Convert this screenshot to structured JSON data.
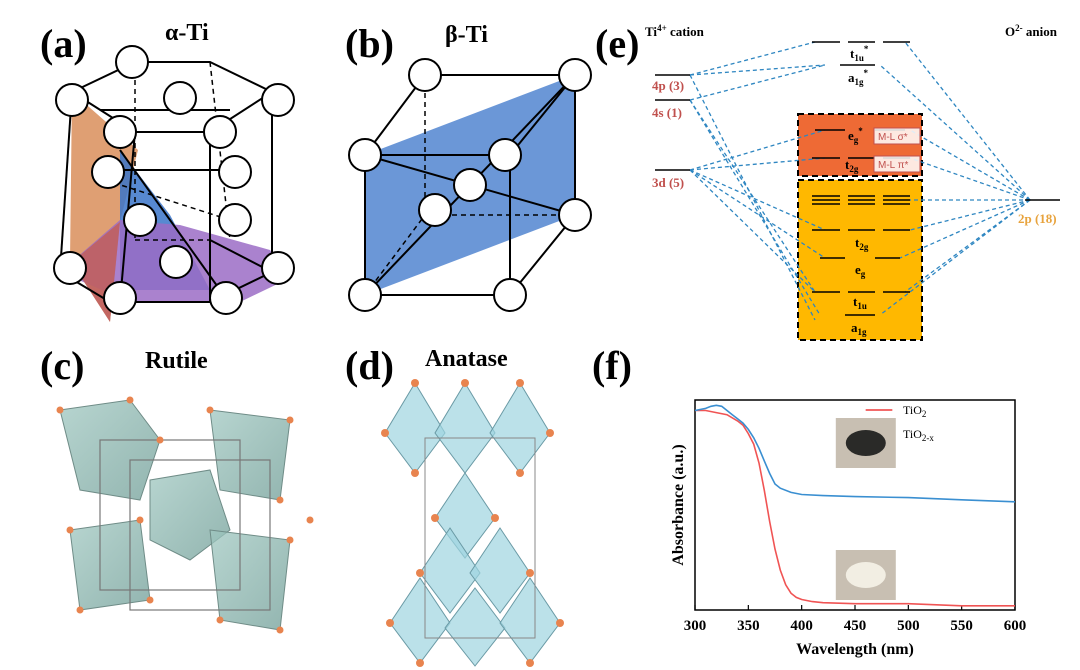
{
  "panels": {
    "a": {
      "label": "(a)",
      "title": "α-Ti"
    },
    "b": {
      "label": "(b)",
      "title": "β-Ti"
    },
    "c": {
      "label": "(c)",
      "title": "Rutile"
    },
    "d": {
      "label": "(d)",
      "title": "Anatase"
    },
    "e": {
      "label": "(e)"
    },
    "f": {
      "label": "(f)"
    }
  },
  "mo_diagram": {
    "left_header_base": "Ti",
    "left_header_sup": "4+",
    "left_header_rest": " cation",
    "right_header_base": "O",
    "right_header_sup": "2-",
    "right_header_rest": " anion",
    "left_levels": [
      {
        "label": "4p (3)"
      },
      {
        "label": "4s (1)"
      },
      {
        "label": "3d (5)"
      }
    ],
    "right_level": {
      "label": "2p (18)"
    },
    "mo_levels": [
      {
        "main": "t",
        "sub": "1u",
        "sup": "*"
      },
      {
        "main": "a",
        "sub": "1g",
        "sup": "*"
      },
      {
        "main": "e",
        "sub": "g",
        "sup": "*"
      },
      {
        "main": "t",
        "sub": "2g",
        "sup": ""
      },
      {
        "main": "t",
        "sub": "2g",
        "sup": ""
      },
      {
        "main": "e",
        "sub": "g",
        "sup": ""
      },
      {
        "main": "t",
        "sub": "1u",
        "sup": ""
      },
      {
        "main": "a",
        "sub": "1g",
        "sup": ""
      }
    ],
    "tags": [
      "M-L σ*",
      "M-L π*"
    ],
    "colors": {
      "orange_box": "#EE6A35",
      "yellow_box": "#FFB800",
      "ti_label": "#C0504D",
      "o_label": "#E8A33D",
      "dash": "#2E86C1"
    }
  },
  "chart_data": {
    "type": "line",
    "title": "",
    "xlabel": "Wavelength (nm)",
    "ylabel": "Absorbance (a.u.)",
    "xlim": [
      300,
      600
    ],
    "x_ticks": [
      300,
      350,
      400,
      450,
      500,
      550,
      600
    ],
    "y_ticks_shown": false,
    "legend_position": "top-right",
    "series": [
      {
        "name": "TiO",
        "name_sub": "2",
        "color": "#F05454",
        "x": [
          300,
          310,
          320,
          330,
          340,
          345,
          350,
          355,
          360,
          365,
          370,
          375,
          380,
          385,
          390,
          395,
          400,
          410,
          420,
          450,
          500,
          550,
          600
        ],
        "y": [
          0.95,
          0.95,
          0.94,
          0.93,
          0.9,
          0.88,
          0.84,
          0.79,
          0.7,
          0.57,
          0.42,
          0.29,
          0.19,
          0.12,
          0.08,
          0.06,
          0.05,
          0.04,
          0.035,
          0.03,
          0.03,
          0.02,
          0.02
        ]
      },
      {
        "name": "TiO",
        "name_sub": "2-x",
        "color": "#3A8FD1",
        "x": [
          300,
          310,
          315,
          320,
          325,
          330,
          335,
          340,
          345,
          350,
          355,
          360,
          365,
          370,
          375,
          380,
          390,
          400,
          420,
          450,
          500,
          550,
          600
        ],
        "y": [
          0.95,
          0.96,
          0.97,
          0.975,
          0.97,
          0.95,
          0.93,
          0.91,
          0.89,
          0.86,
          0.82,
          0.77,
          0.71,
          0.65,
          0.6,
          0.58,
          0.56,
          0.55,
          0.545,
          0.54,
          0.535,
          0.525,
          0.515
        ]
      }
    ]
  }
}
